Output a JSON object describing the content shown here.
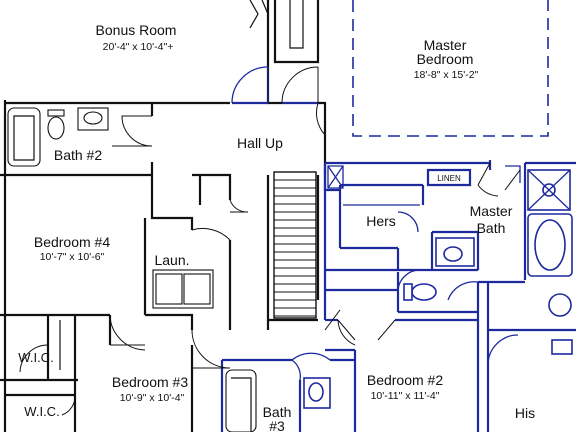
{
  "rooms": {
    "bonus": {
      "name": "Bonus Room",
      "dims": "20'-4\" x 10'-4\"+"
    },
    "master_bedroom": {
      "name_line1": "Master",
      "name_line2": "Bedroom",
      "dims": "18'-8\" x 15'-2\""
    },
    "bath2": {
      "name": "Bath #2"
    },
    "hall_up": {
      "name": "Hall Up"
    },
    "linen": {
      "name": "LINEN"
    },
    "hers": {
      "name": "Hers"
    },
    "master_bath": {
      "name_line1": "Master",
      "name_line2": "Bath"
    },
    "bedroom4": {
      "name": "Bedroom #4",
      "dims": "10'-7\" x 10'-6\""
    },
    "laundry": {
      "name": "Laun."
    },
    "wic1": {
      "name": "W.I.C."
    },
    "wic2": {
      "name": "W.I.C."
    },
    "bedroom3": {
      "name": "Bedroom #3",
      "dims": "10'-9\" x 10'-4\""
    },
    "bath3": {
      "name_line1": "Bath",
      "name_line2": "#3"
    },
    "bedroom2": {
      "name": "Bedroom #2",
      "dims": "10'-11\" x 11'-4\""
    },
    "his": {
      "name": "His"
    }
  },
  "colors": {
    "wall": "#111111",
    "highlight": "#1d2a9e",
    "background": "#ffffff"
  }
}
